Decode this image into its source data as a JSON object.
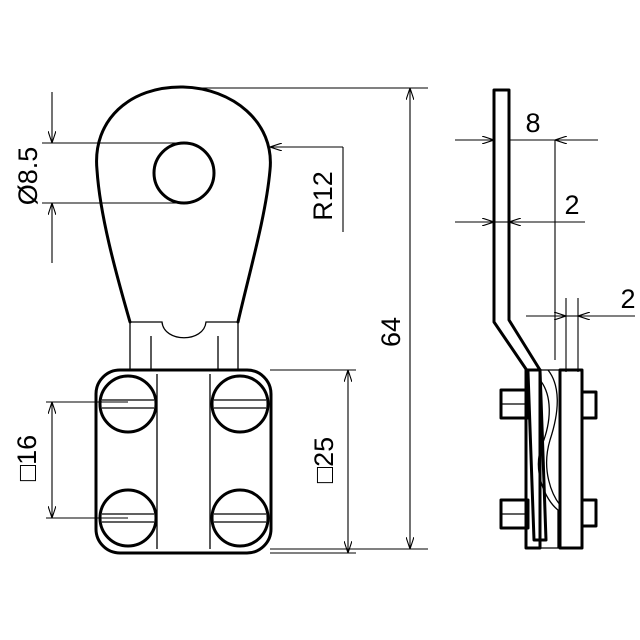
{
  "drawing": {
    "labels": {
      "eye_diameter": "Ø8.5",
      "eye_radius": "R12",
      "total_length": "64",
      "inner_square": "□16",
      "outer_square": "□25",
      "strap_width": "8",
      "strap_thickness": "2",
      "plate_thickness": "2"
    }
  }
}
